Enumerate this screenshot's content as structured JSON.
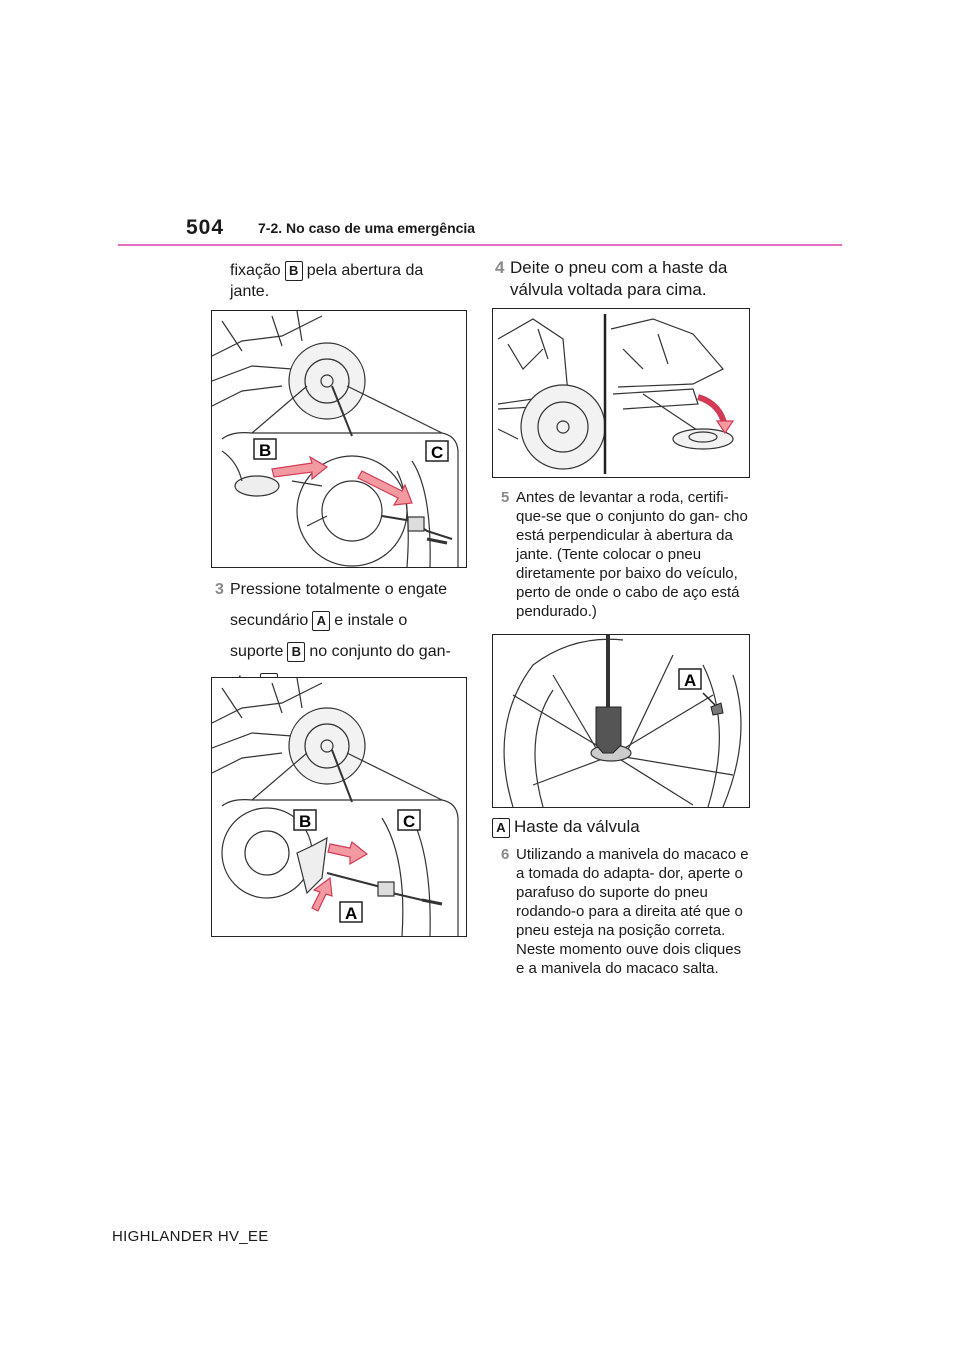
{
  "header": {
    "page_number": "504",
    "section": "7-2. No caso de uma emergência",
    "accent_color": "#e36fc4"
  },
  "left_column": {
    "cont_text_part1": "fixação",
    "cont_badge": "B",
    "cont_text_part2": "pela abertura da jante.",
    "figure1": {
      "labels": {
        "b": "B",
        "c": "C"
      }
    },
    "step3": {
      "number": "3",
      "text_a": "Pressione totalmente o engate secundário",
      "badge_a": "A",
      "text_b": "e instale o suporte",
      "badge_b": "B",
      "text_c": "no conjunto do gan- cho",
      "badge_c": "C",
      "text_d": "."
    },
    "figure2": {
      "labels": {
        "b": "B",
        "c": "C",
        "a": "A"
      }
    }
  },
  "right_column": {
    "step4": {
      "number": "4",
      "text": "Deite o pneu com a haste da válvula voltada para cima."
    },
    "step5": {
      "number": "5",
      "text": "Antes de levantar a roda, certifi- que-se que o conjunto do gan- cho está perpendicular à abertura da jante. (Tente colocar o pneu diretamente por baixo do veículo, perto de onde o cabo de aço está pendurado.)"
    },
    "figure4": {
      "labels": {
        "a": "A"
      }
    },
    "legend": {
      "badge": "A",
      "text": "Haste da válvula"
    },
    "step6": {
      "number": "6",
      "text": "Utilizando a manivela do macaco e a tomada do adapta- dor, aperte o parafuso do suporte do pneu rodando-o para a direita até que o pneu esteja na posição correta. Neste momento ouve dois cliques e a manivela do macaco salta."
    }
  },
  "footer": {
    "model": "HIGHLANDER HV_EE"
  }
}
